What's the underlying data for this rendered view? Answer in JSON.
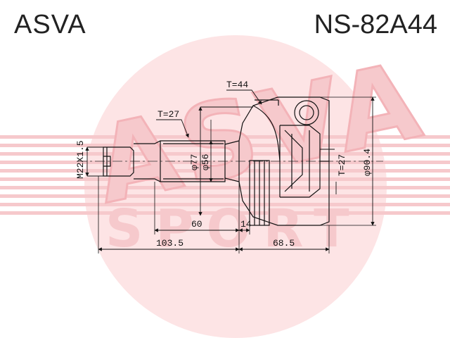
{
  "header": {
    "brand": "ASVA",
    "part_number": "NS-82A44"
  },
  "watermark": {
    "logo_text": "ASVA",
    "sub_text": "SPORT",
    "color": "#f6c9cc"
  },
  "dimensions": {
    "thread": "M22X1.5",
    "shaft_teeth": "T=27",
    "hub_teeth": "T=44",
    "inner_teeth": "T=27",
    "seal_dia": "φ77",
    "shaft_dia": "φ56",
    "housing_dia": "φ90.4",
    "spline_len": "60",
    "ring_len": "14",
    "total_left": "103.5",
    "total_right": "68.5"
  },
  "colors": {
    "line": "#111111",
    "text": "#222222"
  }
}
